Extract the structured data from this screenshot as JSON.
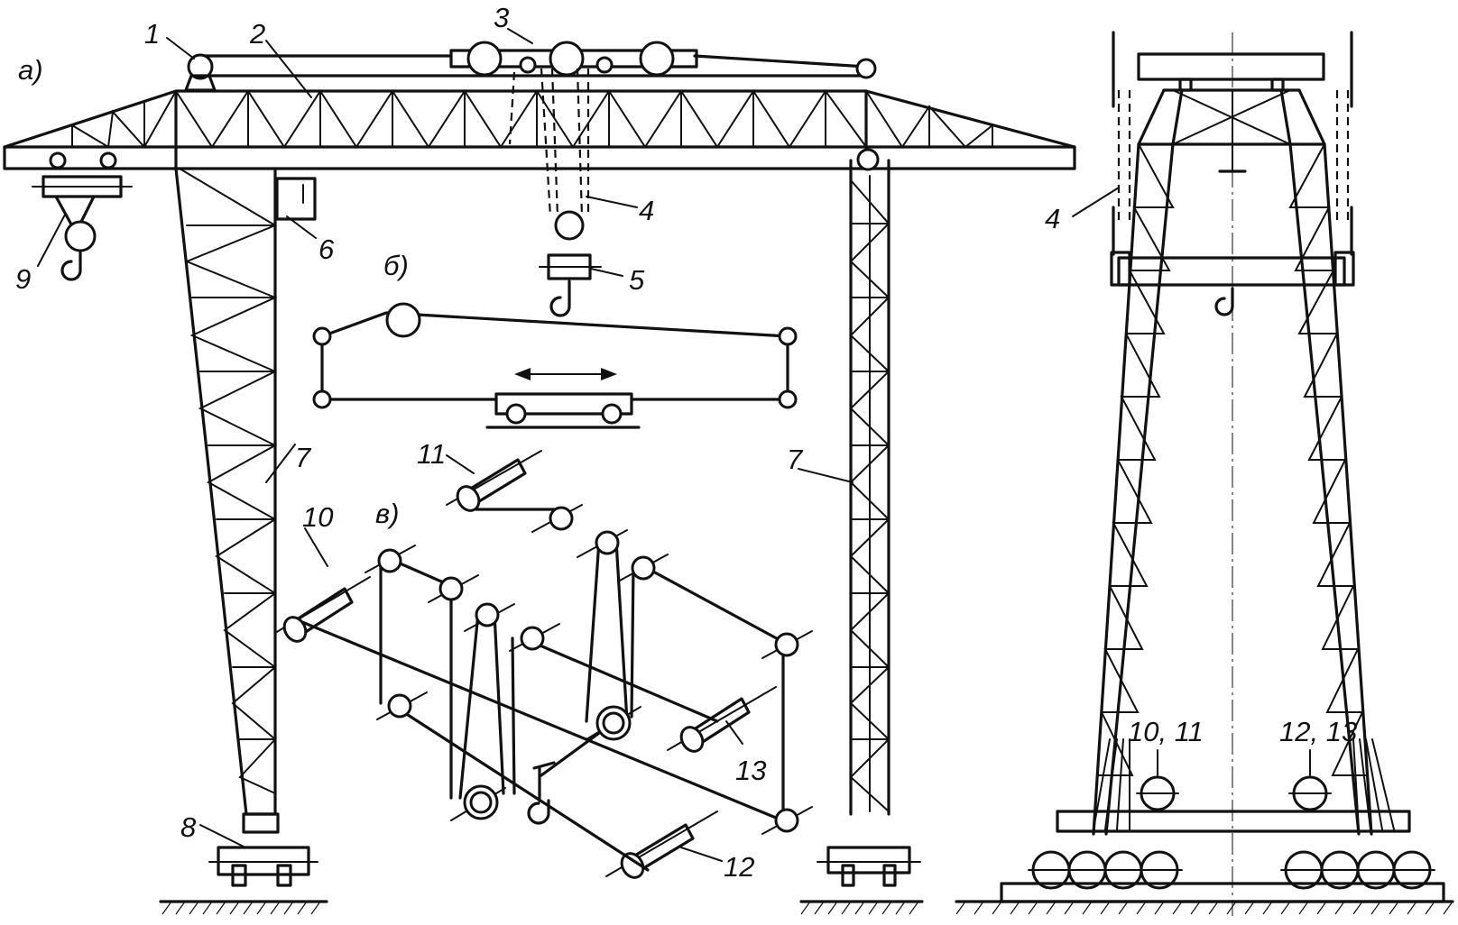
{
  "views": {
    "a": "а)",
    "b": "б)",
    "v": "в)"
  },
  "labels": {
    "n1": "1",
    "n2": "2",
    "n3": "3",
    "n4": "4",
    "n5": "5",
    "n6": "6",
    "n7": "7",
    "n8": "8",
    "n9": "9",
    "n10": "10",
    "n11": "11",
    "n12": "12",
    "n13": "13",
    "n10_11": "10, 11",
    "n12_13": "12, 13"
  }
}
